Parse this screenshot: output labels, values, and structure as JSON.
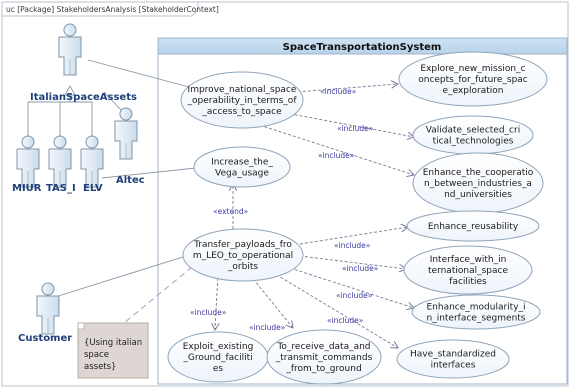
{
  "frame_label": "uc [Package] StakeholdersAnalysis [StakeholderContext]",
  "system_title": "SpaceTransportationSystem",
  "actors": {
    "italian_space_assets": "ItalianSpaceAssets",
    "miur": "MIUR",
    "tas_i": "TAS_I",
    "elv": "ELV",
    "altec": "Altec",
    "customer": "Customer"
  },
  "use_cases": [
    {
      "id": "improve",
      "lines": [
        "Improve_national_space",
        "_operability_in_terms_of",
        "_access_to_space"
      ]
    },
    {
      "id": "explore",
      "lines": [
        "Explore_new_mission_c",
        "oncepts_for_future_spac",
        "e_exploration"
      ]
    },
    {
      "id": "validate",
      "lines": [
        "Validate_selected_cri",
        "tical_technologies"
      ]
    },
    {
      "id": "enhance_coop",
      "lines": [
        "Enhance_the_cooperatio",
        "n_between_industries_a",
        "nd_universities"
      ]
    },
    {
      "id": "vega",
      "lines": [
        "Increase_the_",
        "Vega_usage"
      ]
    },
    {
      "id": "transfer",
      "lines": [
        "Transfer_payloads_fro",
        "m_LEO_to_operational",
        "_orbits"
      ]
    },
    {
      "id": "reusability",
      "lines": [
        "Enhance_reusability"
      ]
    },
    {
      "id": "interface",
      "lines": [
        "Interface_with_in",
        "ternational_space",
        "facilities"
      ]
    },
    {
      "id": "modularity",
      "lines": [
        "Enhance_modularity_i",
        "n_interface_segments"
      ]
    },
    {
      "id": "ground",
      "lines": [
        "Exploit_existing",
        "_Ground_faciliti",
        "es"
      ]
    },
    {
      "id": "receive",
      "lines": [
        "To_receive_data_and",
        "_transmit_commands",
        "_from_to_ground"
      ]
    },
    {
      "id": "standardized",
      "lines": [
        "Have_standardized",
        "interfaces"
      ]
    }
  ],
  "relations": {
    "include": "«include»",
    "extend": "«extend»"
  },
  "note": [
    "{Using italian",
    "space",
    "assets}"
  ]
}
